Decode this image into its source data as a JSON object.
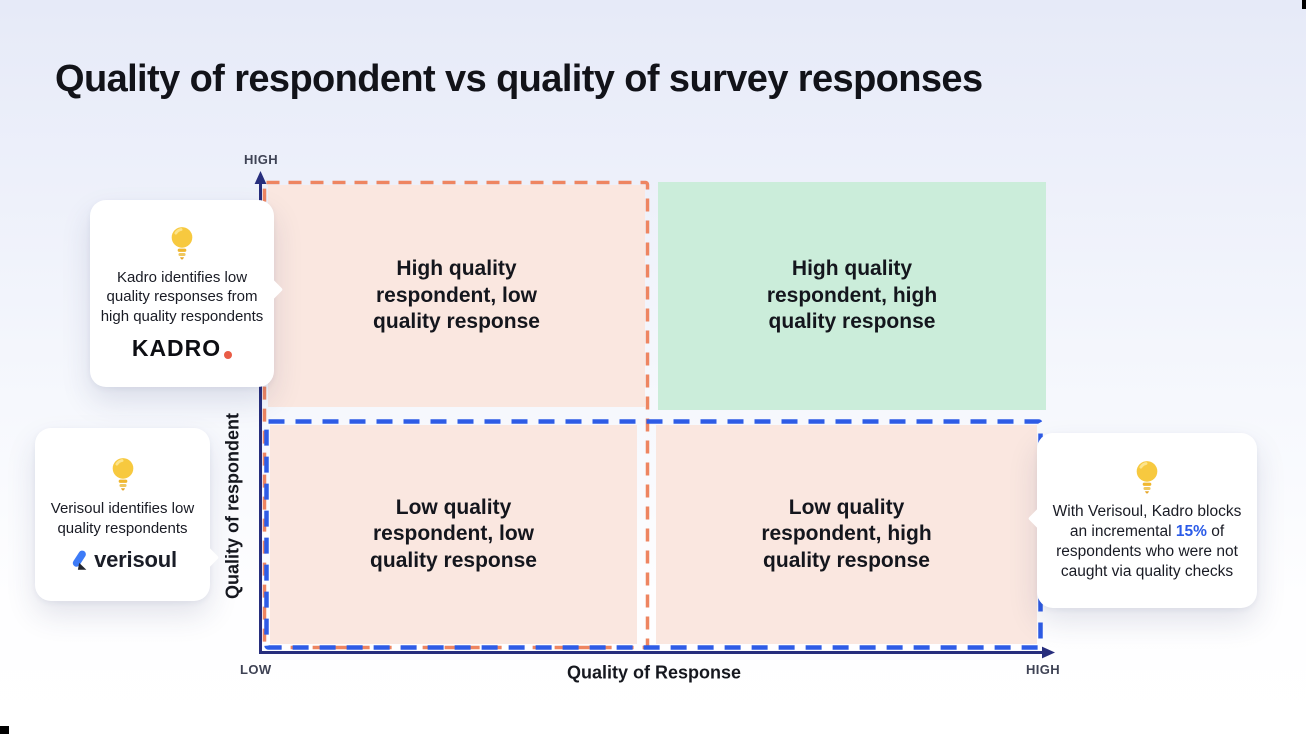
{
  "title": "Quality of respondent vs quality of survey responses",
  "chart_data": {
    "type": "quadrant-matrix",
    "x_axis": {
      "label": "Quality of Response",
      "high_label": "HIGH"
    },
    "y_axis": {
      "label": "Quality of respondent",
      "high_label": "HIGH"
    },
    "origin_label": "LOW",
    "quadrants": [
      {
        "position": "top-left",
        "label": "High quality respondent, low quality response",
        "fill": "#FAE7E0",
        "outline": "orange-dashed"
      },
      {
        "position": "top-right",
        "label": "High quality respondent, high quality response",
        "fill": "#CBEDDA",
        "outline": "none"
      },
      {
        "position": "bottom-left",
        "label": "Low quality respondent, low quality response",
        "fill": "#FAE7E0",
        "outline": "orange-and-blue-dashed"
      },
      {
        "position": "bottom-right",
        "label": "Low quality respondent, high quality response",
        "fill": "#FAE7E0",
        "outline": "blue-dashed"
      }
    ],
    "overlays": [
      {
        "name": "low-quality-response-region",
        "style": "dashed",
        "color": "#EE8561",
        "covers": "left-column"
      },
      {
        "name": "low-quality-respondent-region",
        "style": "dashed",
        "color": "#2E5CE6",
        "covers": "bottom-row"
      }
    ]
  },
  "callouts": {
    "kadro": {
      "icon": "lightbulb",
      "text": "Kadro identifies low quality responses from high quality respondents",
      "brand": "KADRO"
    },
    "verisoul": {
      "icon": "lightbulb",
      "text": "Verisoul identifies low quality respondents",
      "brand": "verisoul"
    },
    "impact": {
      "icon": "lightbulb",
      "text_before": "With Verisoul, Kadro blocks an incremental ",
      "highlight": "15%",
      "text_after": " of respondents who were not caught via quality checks"
    }
  },
  "colors": {
    "quadrant_pink": "#FAE7E0",
    "quadrant_green": "#CBEDDA",
    "dash_orange": "#EE8561",
    "dash_blue": "#2E5CE6",
    "axis_navy": "#272E7D",
    "highlight_blue": "#2B5BE8",
    "kadro_dot": "#E95C46",
    "verisoul_blue": "#3D7BF7"
  }
}
